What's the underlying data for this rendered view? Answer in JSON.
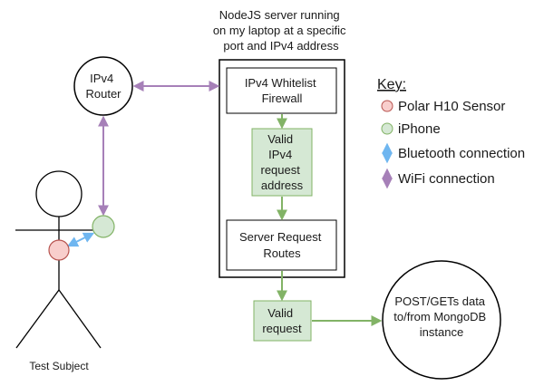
{
  "server_caption": [
    "NodeJS server running",
    "on my laptop at a specific",
    "port and IPv4 address"
  ],
  "router_label": [
    "IPv4",
    "Router"
  ],
  "firewall_label": [
    "IPv4 Whitelist",
    "Firewall"
  ],
  "valid_ip_label": [
    "Valid",
    "IPv4",
    "request",
    "address"
  ],
  "routes_label": [
    "Server Request",
    "Routes"
  ],
  "valid_request_label": [
    "Valid",
    "request"
  ],
  "mongodb_label": [
    "POST/GETs data",
    "to/from MongoDB",
    "instance"
  ],
  "subject_label": "Test Subject",
  "key": {
    "title": "Key:",
    "sensor": "Polar H10 Sensor",
    "phone": "iPhone",
    "bluetooth": "Bluetooth connection",
    "wifi": "WiFi connection"
  },
  "colors": {
    "green_fill": "#d5e8d4",
    "green_stroke": "#82b366",
    "red_fill": "#f8cecc",
    "red_stroke": "#b85450",
    "purple": "#a680b8",
    "blue": "#6fb6f0"
  }
}
